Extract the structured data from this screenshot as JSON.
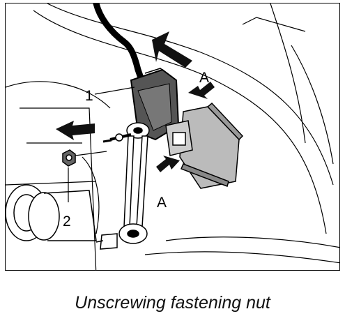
{
  "figure": {
    "callouts": {
      "label_1": "1",
      "label_2": "2",
      "label_a_top": "A",
      "label_a_bottom": "A"
    },
    "icons": [
      "sensor-connector-icon",
      "linkage-rod-icon",
      "fastening-nut-icon",
      "direction-arrow-icon"
    ]
  },
  "caption": "Unscrewing fastening nut",
  "colors": {
    "ink": "#000000",
    "background": "#ffffff",
    "arrow": "#111111"
  }
}
